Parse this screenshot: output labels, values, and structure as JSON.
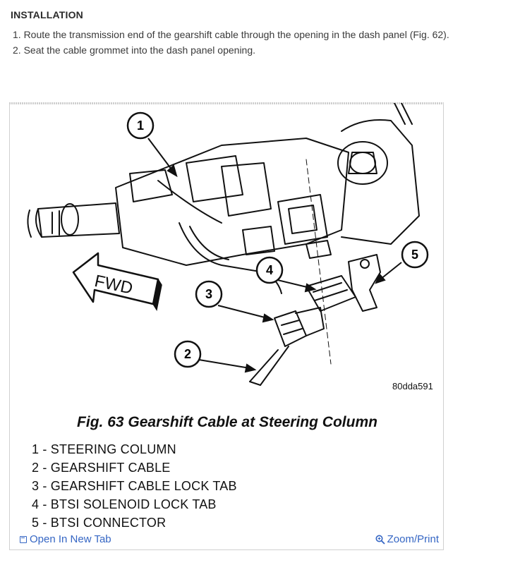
{
  "section_heading": "INSTALLATION",
  "steps": [
    "1. Route the transmission end of the gearshift cable through the opening in the dash panel (Fig. 62).",
    "2. Seat the cable grommet into the dash panel opening."
  ],
  "figure": {
    "code": "80dda591",
    "caption": "Fig. 63 Gearshift Cable at Steering Column",
    "fwd_label": "FWD",
    "callouts": [
      "1",
      "2",
      "3",
      "4",
      "5"
    ],
    "legend": [
      "1 - STEERING COLUMN",
      "2 - GEARSHIFT CABLE",
      "3 - GEARSHIFT CABLE LOCK TAB",
      "4 - BTSI SOLENOID LOCK TAB",
      "5 - BTSI CONNECTOR"
    ]
  },
  "links": {
    "open_new_tab": "Open In New Tab",
    "zoom_print": "Zoom/Print"
  },
  "colors": {
    "link": "#3566c4"
  }
}
